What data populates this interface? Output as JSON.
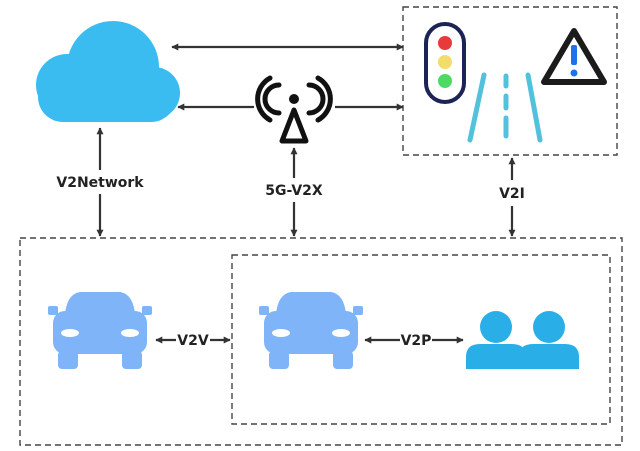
{
  "colors": {
    "cloud": "#3bbcf0",
    "car": "#7fb4f8",
    "people": "#29aee8",
    "arrow": "#333333",
    "light_housing": "#1c2355",
    "light_red": "#e83a3a",
    "light_yellow": "#f2dc6a",
    "light_green": "#4cd964",
    "road": "#52c2dc",
    "warning": "#1b1b1b",
    "warning_mark": "#1e73e8"
  },
  "icons": {
    "cloud": "cloud-icon",
    "tower": "radio-tower-icon",
    "traffic_light": "traffic-light-icon",
    "road": "road-icon",
    "warning": "warning-icon",
    "car_left": "car-icon",
    "car_middle": "car-icon",
    "pedestrians": "people-icon"
  },
  "labels": {
    "v2network": "V2Network",
    "v2x": "5G-V2X",
    "v2i": "V2I",
    "v2v": "V2V",
    "v2p": "V2P"
  }
}
